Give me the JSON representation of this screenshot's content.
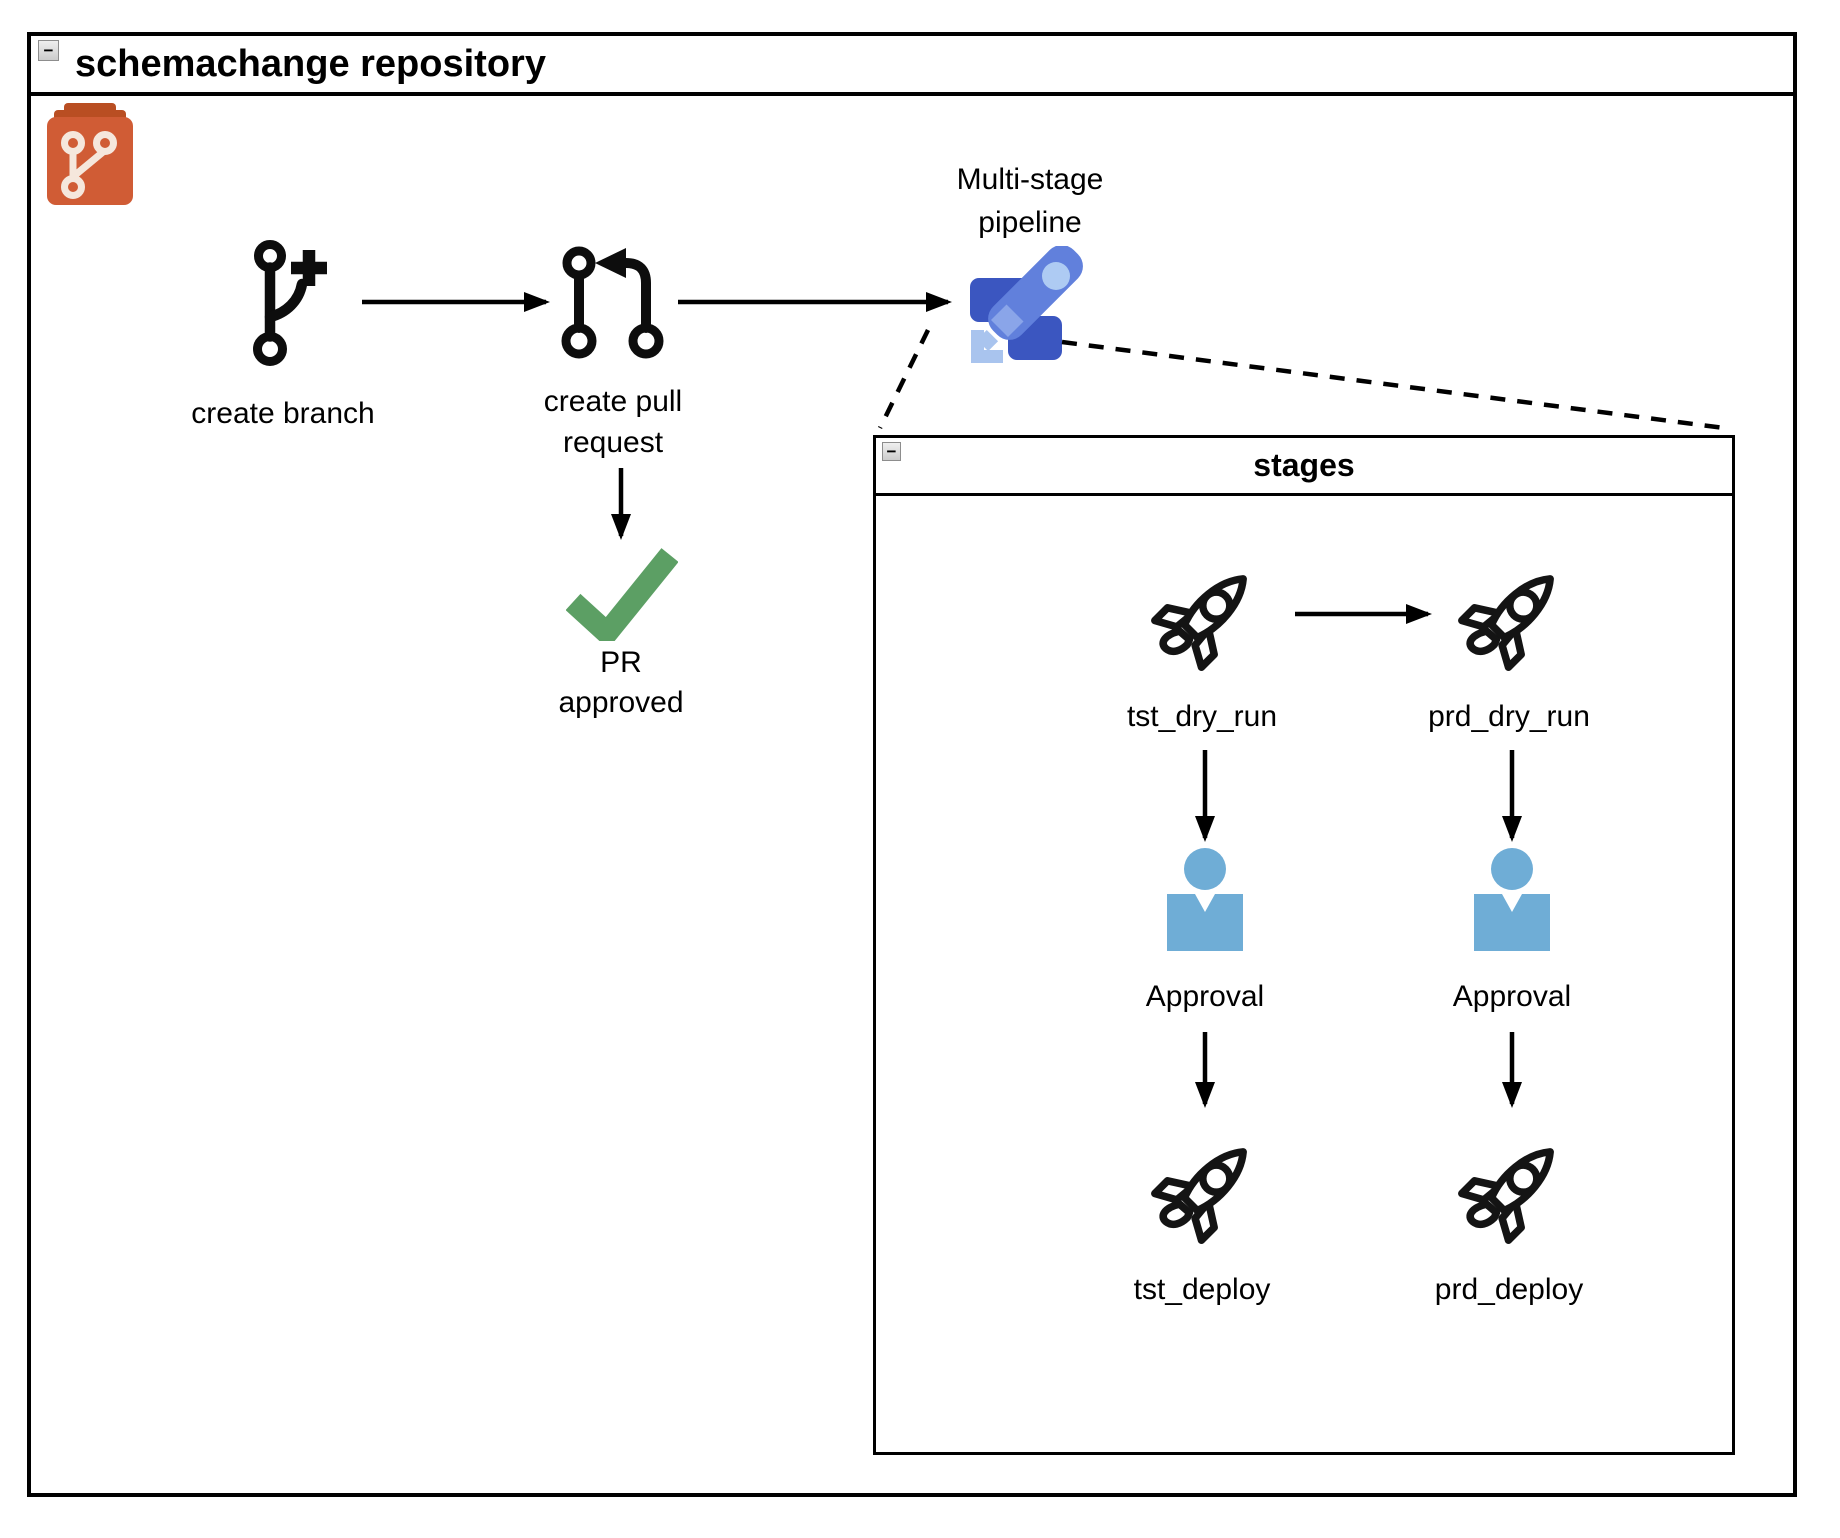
{
  "window": {
    "title": "schemachange repository",
    "collapse": "−"
  },
  "flow": {
    "create_branch_label": "create branch",
    "create_pull_line1": "create pull",
    "create_pull_line2": "request",
    "pipeline_line1": "Multi-stage",
    "pipeline_line2": "pipeline",
    "pr_approved_line1": "PR",
    "pr_approved_line2": "approved"
  },
  "stages": {
    "title": "stages",
    "collapse": "−",
    "tst_dry_run": "tst_dry_run",
    "prd_dry_run": "prd_dry_run",
    "approval_tst": "Approval",
    "approval_prd": "Approval",
    "tst_deploy": "tst_deploy",
    "prd_deploy": "prd_deploy"
  },
  "colors": {
    "repo-orange": "#d05c35",
    "repo-orange-dark": "#b94e22",
    "repo-glyph": "#f5e7dc",
    "blue-dark": "#3b56c0",
    "blue-mid": "#6180dc",
    "blue-light": "#aecbf3",
    "blue-light2": "#a9c4ee",
    "blue-nozzle": "#8aa5e9",
    "person-blue": "#6fadd6",
    "check-green": "#5c9f64",
    "line-black": "#000000"
  }
}
